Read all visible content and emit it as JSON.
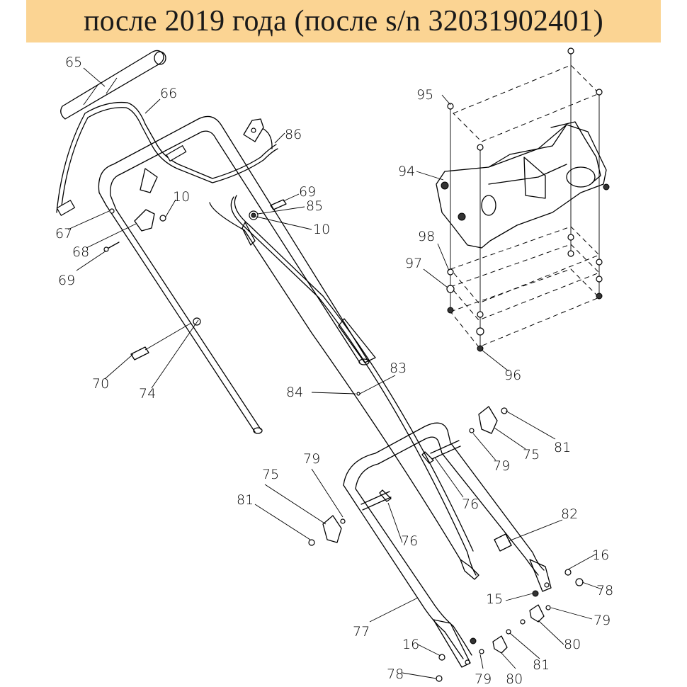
{
  "header": {
    "title": "после 2019 года (после s/n 32031902401)"
  },
  "colors": {
    "banner": "#fbd493",
    "line": "#000000"
  },
  "callouts": [
    {
      "num": "65"
    },
    {
      "num": "66"
    },
    {
      "num": "86"
    },
    {
      "num": "95"
    },
    {
      "num": "94"
    },
    {
      "num": "10"
    },
    {
      "num": "69"
    },
    {
      "num": "85"
    },
    {
      "num": "10"
    },
    {
      "num": "67"
    },
    {
      "num": "68"
    },
    {
      "num": "69"
    },
    {
      "num": "98"
    },
    {
      "num": "97"
    },
    {
      "num": "70"
    },
    {
      "num": "74"
    },
    {
      "num": "83"
    },
    {
      "num": "84"
    },
    {
      "num": "96"
    },
    {
      "num": "81"
    },
    {
      "num": "75"
    },
    {
      "num": "79"
    },
    {
      "num": "75"
    },
    {
      "num": "79"
    },
    {
      "num": "81"
    },
    {
      "num": "76"
    },
    {
      "num": "76"
    },
    {
      "num": "82"
    },
    {
      "num": "16"
    },
    {
      "num": "78"
    },
    {
      "num": "15"
    },
    {
      "num": "79"
    },
    {
      "num": "80"
    },
    {
      "num": "77"
    },
    {
      "num": "16"
    },
    {
      "num": "81"
    },
    {
      "num": "78"
    },
    {
      "num": "79"
    },
    {
      "num": "80"
    }
  ]
}
